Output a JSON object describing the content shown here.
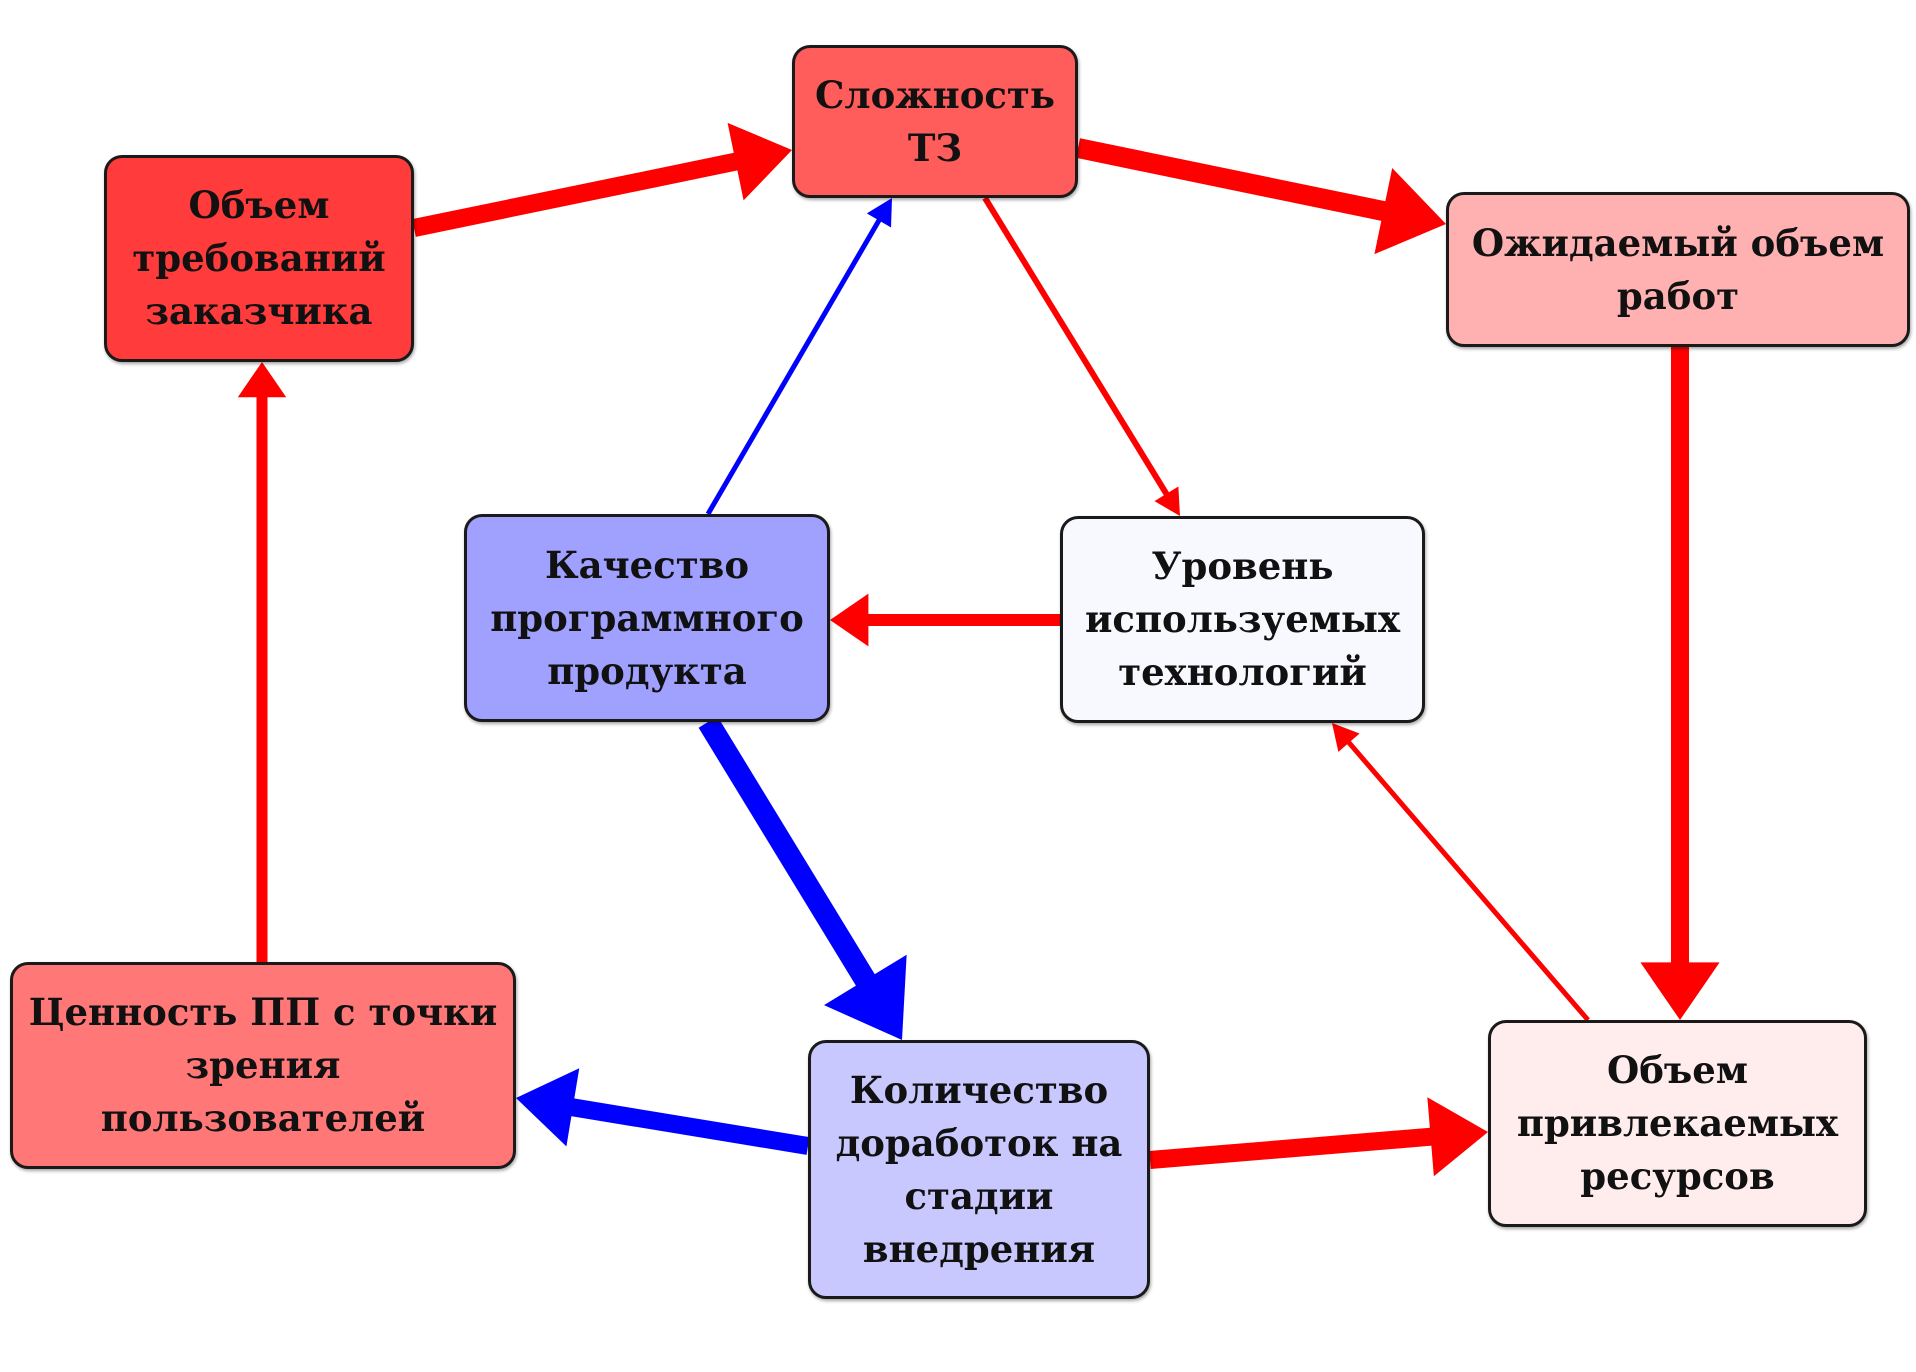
{
  "diagram": {
    "type": "causal-loop",
    "nodes": [
      {
        "id": "customer_requirements",
        "label": "Объем\nтребований\nзаказчика",
        "color": "#ff3b3b"
      },
      {
        "id": "tz_complexity",
        "label": "Сложность\nТЗ",
        "color": "#ff5c5c"
      },
      {
        "id": "expected_work",
        "label": "Ожидаемый объем\nработ",
        "color": "#ffb0b0"
      },
      {
        "id": "product_quality",
        "label": "Качество\nпрограммного\nпродукта",
        "color": "#a0a0ff"
      },
      {
        "id": "tech_level",
        "label": "Уровень\nиспользуемых\nтехнологий",
        "color": "#f8f8ff"
      },
      {
        "id": "user_value",
        "label": "Ценность ПП с точки\nзрения\nпользователей",
        "color": "#ff7777"
      },
      {
        "id": "rework_count",
        "label": "Количество\nдоработок на\nстадии\nвнедрения",
        "color": "#c8c8ff"
      },
      {
        "id": "resources",
        "label": "Объем\nпривлекаемых\nресурсов",
        "color": "#ffecec"
      }
    ],
    "edges": [
      {
        "from": "customer_requirements",
        "to": "tz_complexity",
        "polarity": "positive",
        "weight": "strong",
        "color": "#ff0000"
      },
      {
        "from": "tz_complexity",
        "to": "expected_work",
        "polarity": "positive",
        "weight": "strong",
        "color": "#ff0000"
      },
      {
        "from": "tz_complexity",
        "to": "tech_level",
        "polarity": "positive",
        "weight": "weak",
        "color": "#ff0000"
      },
      {
        "from": "expected_work",
        "to": "resources",
        "polarity": "positive",
        "weight": "strong",
        "color": "#ff0000"
      },
      {
        "from": "resources",
        "to": "tech_level",
        "polarity": "positive",
        "weight": "weak",
        "color": "#ff0000"
      },
      {
        "from": "tech_level",
        "to": "product_quality",
        "polarity": "positive",
        "weight": "medium",
        "color": "#ff0000"
      },
      {
        "from": "product_quality",
        "to": "tz_complexity",
        "polarity": "negative",
        "weight": "weak",
        "color": "#0000ff"
      },
      {
        "from": "product_quality",
        "to": "rework_count",
        "polarity": "negative",
        "weight": "strong",
        "color": "#0000ff"
      },
      {
        "from": "rework_count",
        "to": "user_value",
        "polarity": "negative",
        "weight": "strong",
        "color": "#0000ff"
      },
      {
        "from": "rework_count",
        "to": "resources",
        "polarity": "positive",
        "weight": "strong",
        "color": "#ff0000"
      },
      {
        "from": "user_value",
        "to": "customer_requirements",
        "polarity": "positive",
        "weight": "medium",
        "color": "#ff0000"
      }
    ]
  }
}
